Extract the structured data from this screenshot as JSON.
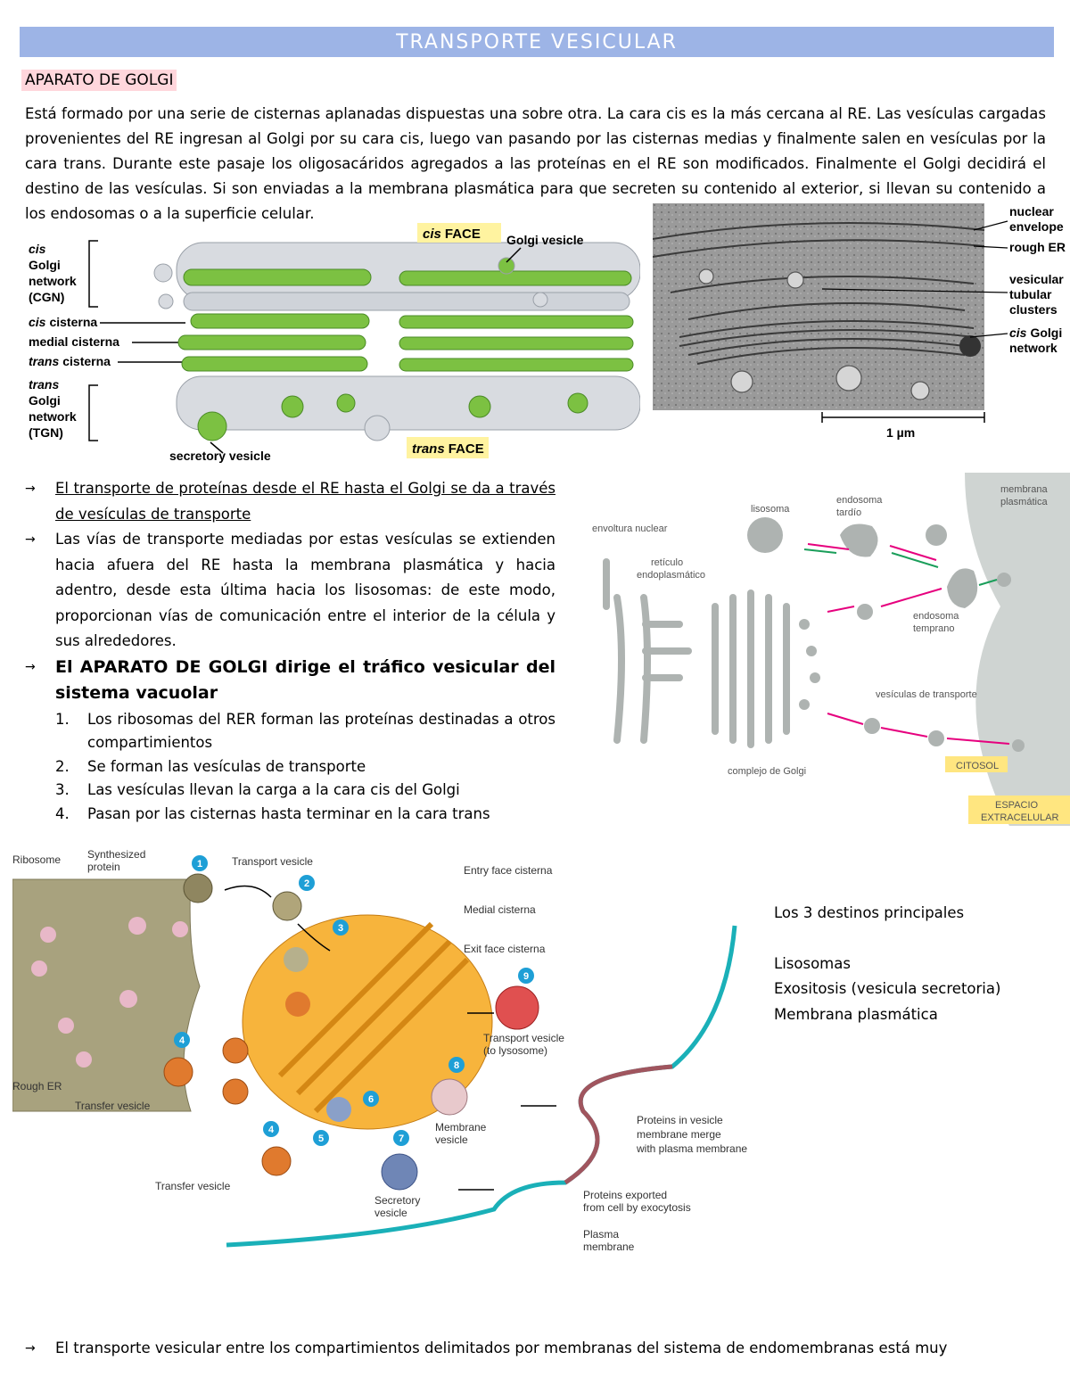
{
  "title": "TRANSPORTE VESICULAR",
  "section": "APARATO DE GOLGI",
  "intro": "Está formado por una serie de cisternas aplanadas dispuestas una sobre otra. La cara cis es la más cercana al RE. Las vesículas cargadas provenientes del RE ingresan al Golgi por su cara cis, luego van pasando por las cisternas medias y finalmente salen en vesículas por la cara trans. Durante este pasaje los oligosacáridos agregados a las proteínas en el RE son modificados. Finalmente el Golgi decidirá el destino de las vesículas. Si son enviadas a la membrana plasmática para que secreten su contenido al exterior, si llevan su contenido a los endosomas o a la superficie celular.",
  "fig1": {
    "cis": "cis",
    "golgi": "Golgi",
    "network": "network",
    "cgn": "(CGN)",
    "cis_cisterna_it": "cis",
    "cis_cisterna": "cisterna",
    "medial_cisterna": "medial cisterna",
    "trans_cisterna_it": "trans",
    "trans_cisterna": "cisterna",
    "trans": "trans",
    "tgn": "(TGN)",
    "cis_face_it": "cis",
    "cis_face": "FACE",
    "golgi_vesicle": "Golgi vesicle",
    "secretory_vesicle": "secretory vesicle",
    "trans_face_it": "trans",
    "trans_face": "FACE"
  },
  "fig2": {
    "nuclear": "nuclear",
    "envelope": "envelope",
    "rough_er": "rough ER",
    "vesicular": "vesicular",
    "tubular": "tubular",
    "clusters": "clusters",
    "cis_golgi_it": "cis",
    "cis_golgi": "Golgi",
    "network": "network",
    "scale": "1 µm"
  },
  "bullets": {
    "b1": "El transporte de proteínas desde el RE hasta el Golgi se da a través de vesículas de transporte",
    "b2": " Las vías de transporte mediadas por estas vesículas se extienden hacia afuera del RE hasta la membrana plasmática y hacia adentro, desde esta última hacia los lisosomas: de este modo, proporcionan vías de comunicación entre el interior de la célula y sus alrededores.",
    "b3": "El APARATO DE GOLGI dirige el tráfico vesicular del sistema vacuolar",
    "steps": [
      {
        "num": "1.",
        "text": " Los ribosomas del RER forman las proteínas destinadas a otros compartimientos"
      },
      {
        "num": "2.",
        "text": "Se forman las vesículas de transporte"
      },
      {
        "num": "3.",
        "text": "Las vesículas llevan la carga a la cara cis del Golgi"
      },
      {
        "num": "4.",
        "text": "Pasan por las cisternas hasta terminar en la cara trans"
      }
    ]
  },
  "fig3": {
    "membrana": "membrana",
    "plasmatica": "plasmática",
    "lisosoma": "lisosoma",
    "endosoma": "endosoma",
    "tardio": "tardío",
    "envoltura_nuclear": "envoltura nuclear",
    "reticulo": "retículo",
    "endoplasmatico": "endoplasmático",
    "endosoma_temprano_1": "endosoma",
    "endosoma_temprano_2": "temprano",
    "vesiculas_transporte": "vesículas de transporte",
    "complejo_golgi": "complejo de Golgi",
    "citosol": "CITOSOL",
    "espacio": "ESPACIO",
    "extracelular": "EXTRACELULAR"
  },
  "fig4": {
    "ribosome": "Ribosome",
    "synthesized": "Synthesized",
    "protein": "protein",
    "transport_vesicle": "Transport vesicle",
    "entry_face": "Entry face cisterna",
    "medial": "Medial cisterna",
    "exit_face": "Exit face cisterna",
    "to_lyso_1": "Transport vesicle",
    "to_lyso_2": "(to lysosome)",
    "rough_er": "Rough ER",
    "transfer_vesicle_a": "Transfer vesicle",
    "membrane_vesicle_1": "Membrane",
    "membrane_vesicle_2": "vesicle",
    "merge_1": "Proteins in vesicle",
    "merge_2": "membrane merge",
    "merge_3": "with plasma membrane",
    "transfer_vesicle_b": "Transfer vesicle",
    "secretory_1": "Secretory",
    "secretory_2": "vesicle",
    "exported_1": "Proteins exported",
    "exported_2": "from cell by exocytosis",
    "plasma_1": "Plasma",
    "plasma_2": "membrane",
    "n1": "1",
    "n2": "2",
    "n3": "3",
    "n4a": "4",
    "n4b": "4",
    "n5": "5",
    "n6": "6",
    "n7": "7",
    "n8": "8",
    "n9": "9"
  },
  "destinos": {
    "heading": "Los 3 destinos principales",
    "items": [
      "Lisosomas",
      "Exositosis (vesicula secretoria)",
      "Membrana plasmática"
    ]
  },
  "last": "El transporte vesicular entre los compartimientos delimitados por membranas del sistema de endomembranas está muy",
  "colors": {
    "title_bar": "#9db4e6",
    "section_highlight": "#ffd6dc",
    "golgi_green": "#7cc142",
    "golgi_orange": "#f5a623",
    "membrane_teal": "#1ab0b8",
    "arrow_pink": "#e6007e"
  }
}
